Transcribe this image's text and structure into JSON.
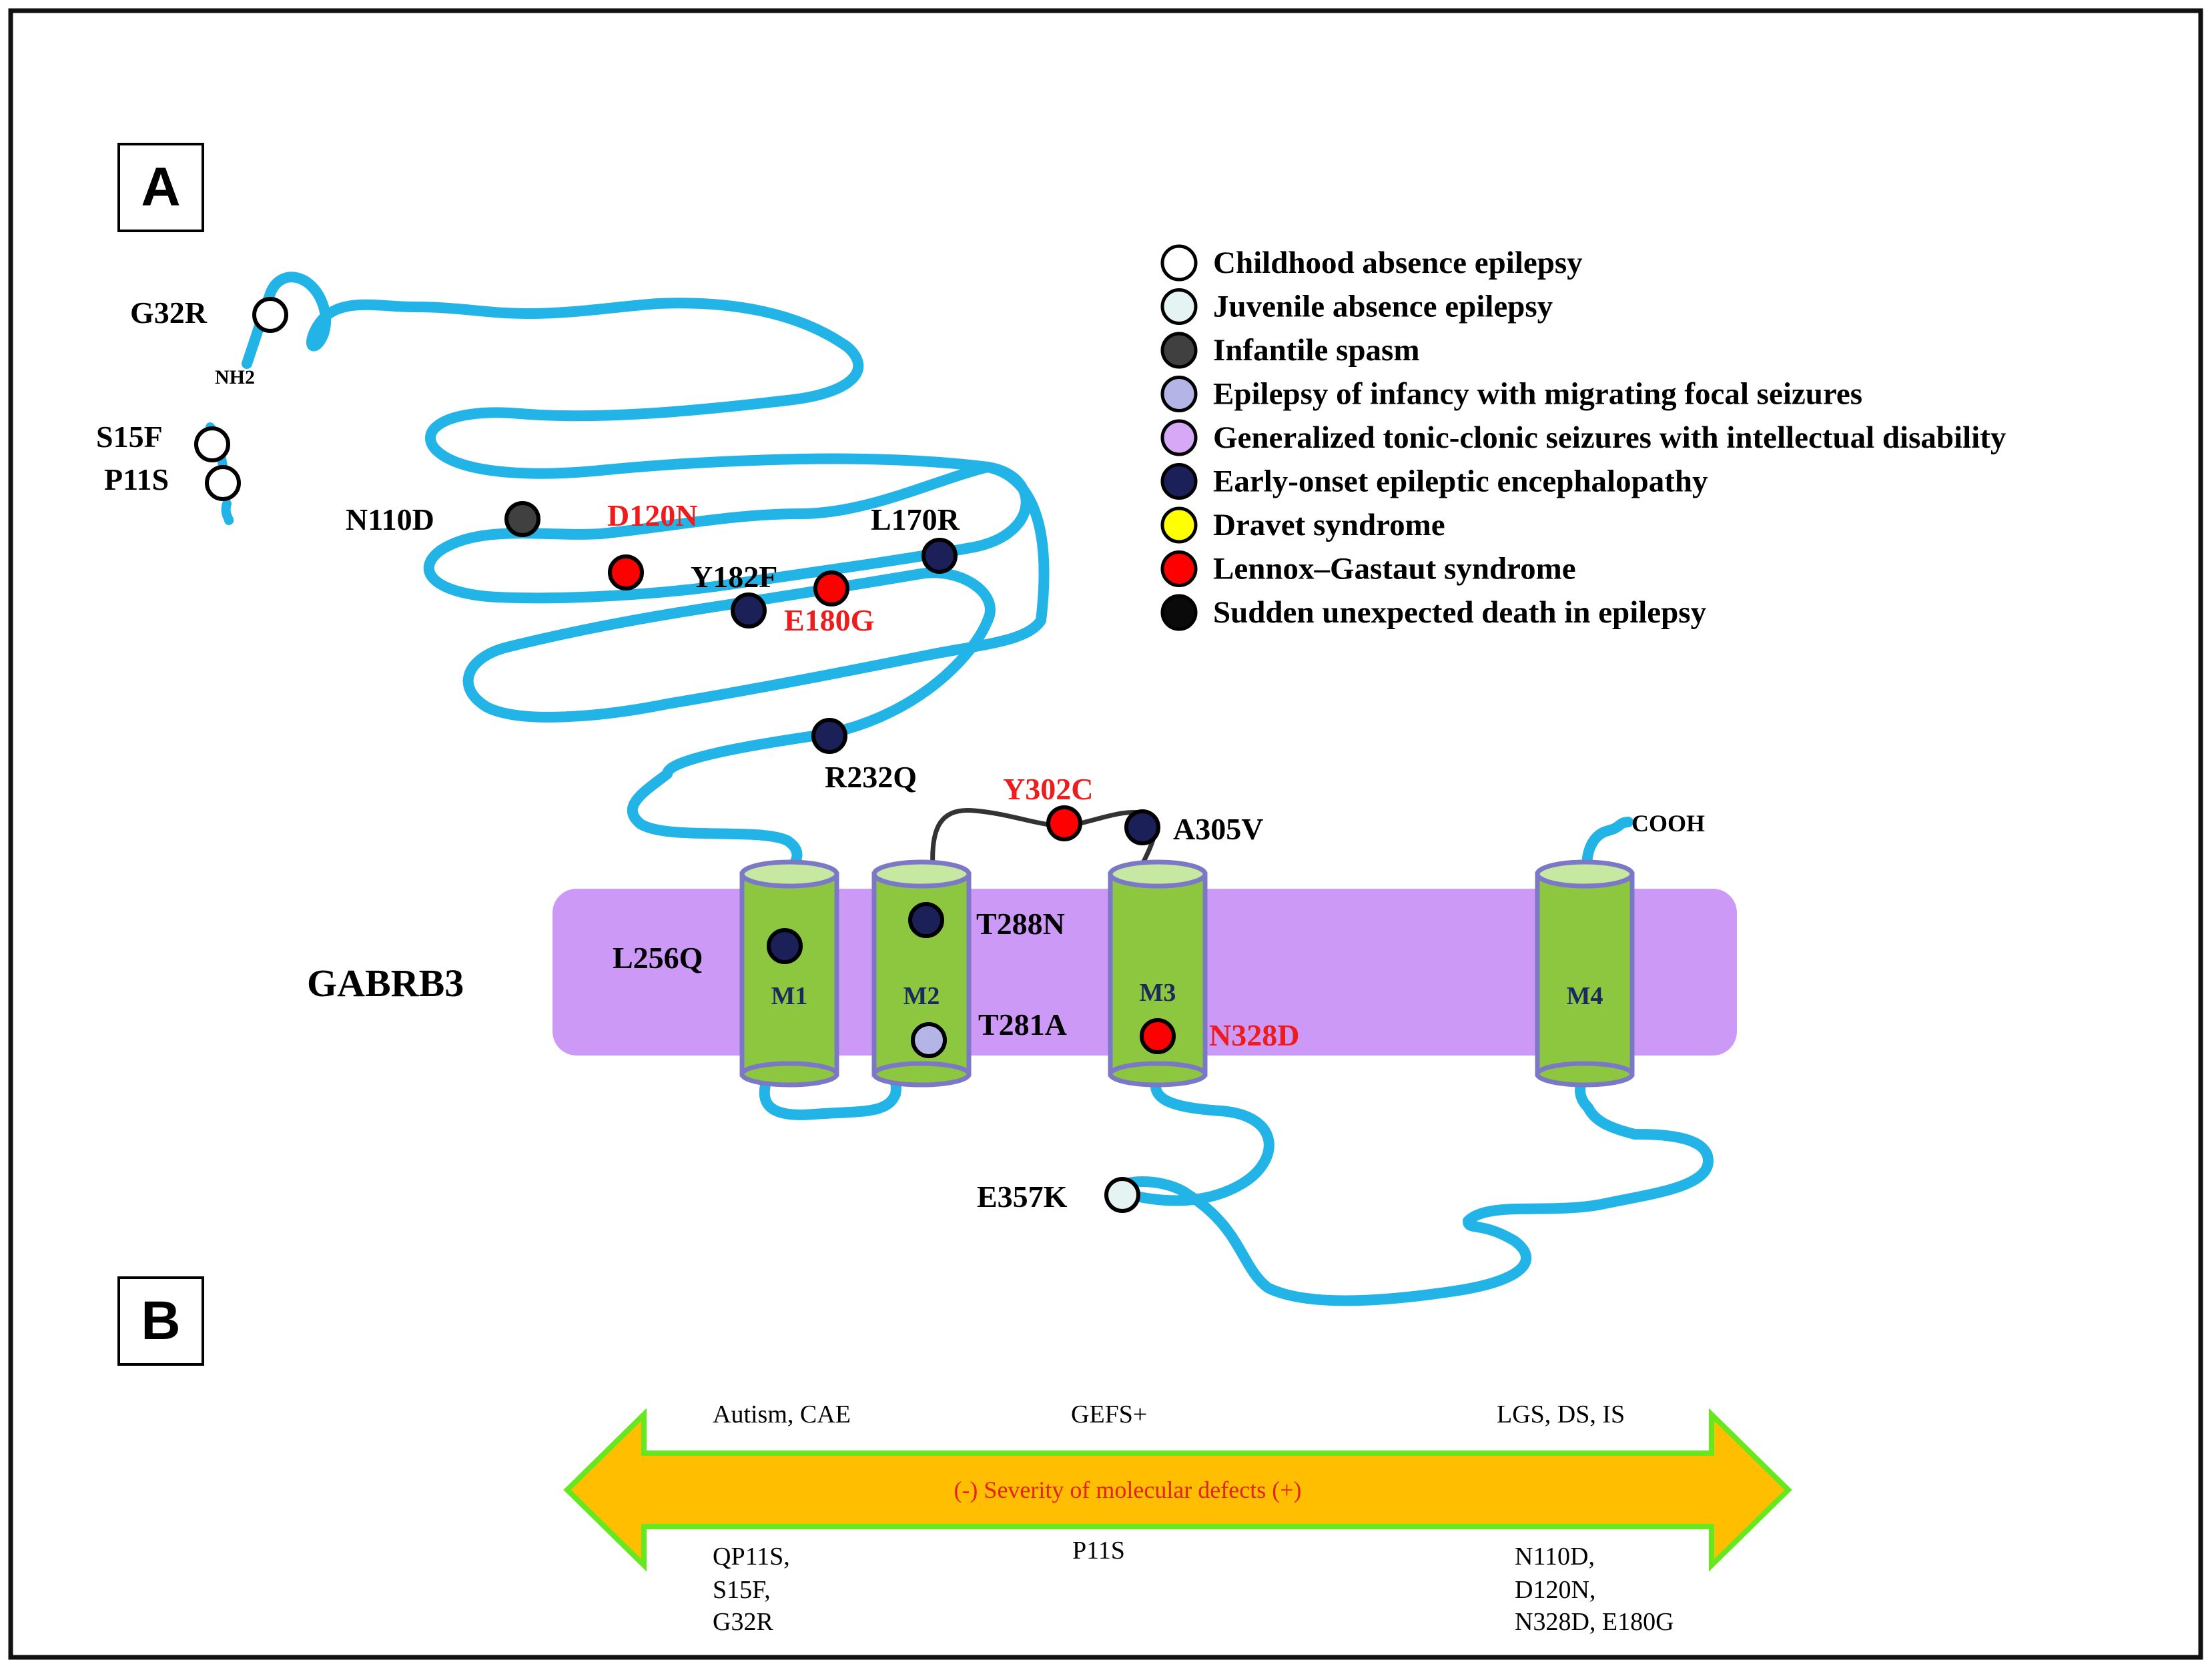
{
  "panels": {
    "a": "A",
    "b": "B"
  },
  "gene_label": "GABRB3",
  "terminals": {
    "n": "NH2",
    "c": "COOH"
  },
  "segments": [
    "M1",
    "M2",
    "M3",
    "M4"
  ],
  "mutations": [
    {
      "id": "G32R",
      "label": "G32R",
      "phenotype": "Childhood absence epilepsy",
      "label_color": "#000000"
    },
    {
      "id": "S15F",
      "label": "S15F",
      "phenotype": "Childhood absence epilepsy",
      "label_color": "#000000"
    },
    {
      "id": "P11S",
      "label": "P11S",
      "phenotype": "Childhood absence epilepsy",
      "label_color": "#000000"
    },
    {
      "id": "N110D",
      "label": "N110D",
      "phenotype": "Infantile spasm",
      "label_color": "#000000"
    },
    {
      "id": "D120N",
      "label": "D120N",
      "phenotype": "Lennox–Gastaut syndrome",
      "label_color": "#ee1c1c"
    },
    {
      "id": "L170R",
      "label": "L170R",
      "phenotype": "Early-onset epileptic encephalopathy",
      "label_color": "#000000"
    },
    {
      "id": "Y182F",
      "label": "Y182F",
      "phenotype": "Early-onset epileptic encephalopathy",
      "label_color": "#000000"
    },
    {
      "id": "E180G",
      "label": "E180G",
      "phenotype": "Lennox–Gastaut syndrome",
      "label_color": "#ee1c1c"
    },
    {
      "id": "R232Q",
      "label": "R232Q",
      "phenotype": "Early-onset epileptic encephalopathy",
      "label_color": "#000000"
    },
    {
      "id": "Y302C",
      "label": "Y302C",
      "phenotype": "Lennox–Gastaut syndrome",
      "label_color": "#ee1c1c"
    },
    {
      "id": "A305V",
      "label": "A305V",
      "phenotype": "Early-onset epileptic encephalopathy",
      "label_color": "#000000"
    },
    {
      "id": "L256Q",
      "label": "L256Q",
      "phenotype": "Early-onset epileptic encephalopathy",
      "label_color": "#000000"
    },
    {
      "id": "T288N",
      "label": "T288N",
      "phenotype": "Early-onset epileptic encephalopathy",
      "label_color": "#000000"
    },
    {
      "id": "T281A",
      "label": "T281A",
      "phenotype": "Epilepsy of infancy with migrating focal seizures",
      "label_color": "#000000"
    },
    {
      "id": "N328D",
      "label": "N328D",
      "phenotype": "Lennox–Gastaut syndrome",
      "label_color": "#ee1c1c"
    },
    {
      "id": "E357K",
      "label": "E357K",
      "phenotype": "Juvenile absence epilepsy",
      "label_color": "#000000"
    }
  ],
  "legend": [
    {
      "label": "Childhood absence epilepsy",
      "color": "#ffffff"
    },
    {
      "label": "Juvenile absence epilepsy",
      "color": "#e6f3f3"
    },
    {
      "label": "Infantile spasm",
      "color": "#404040"
    },
    {
      "label": "Epilepsy of infancy with migrating focal seizures",
      "color": "#b4b4e6"
    },
    {
      "label": "Generalized tonic-clonic seizures with intellectual disability",
      "color": "#d7a8f5"
    },
    {
      "label": "Early-onset epileptic encephalopathy",
      "color": "#1c2059"
    },
    {
      "label": "Dravet syndrome",
      "color": "#ffff00"
    },
    {
      "label": "Lennox–Gastaut syndrome",
      "color": "#ff0000"
    },
    {
      "label": "Sudden unexpected death in epilepsy",
      "color": "#0a0a0a"
    }
  ],
  "severity": {
    "arrow_text": "(-) Severity of molecular defects (+)",
    "top_labels": [
      "Autism, CAE",
      "GEFS+",
      "LGS, DS, IS"
    ],
    "bottom_left": [
      "QP11S,",
      "S15F,",
      "G32R"
    ],
    "bottom_mid": [
      "P11S"
    ],
    "bottom_right": [
      "N110D,",
      "D120N,",
      "N328D, E180G"
    ]
  },
  "colors": {
    "chain": "#22b4e6",
    "loop": "#333333",
    "membrane": "#cc99f7",
    "helix": "#8dc63f",
    "helix_top": "#c6e8a0",
    "helix_edge": "#7b78c8",
    "arrow_fill": "#ffbf00",
    "arrow_edge": "#66e81e",
    "arrow_text": "#e52222"
  }
}
